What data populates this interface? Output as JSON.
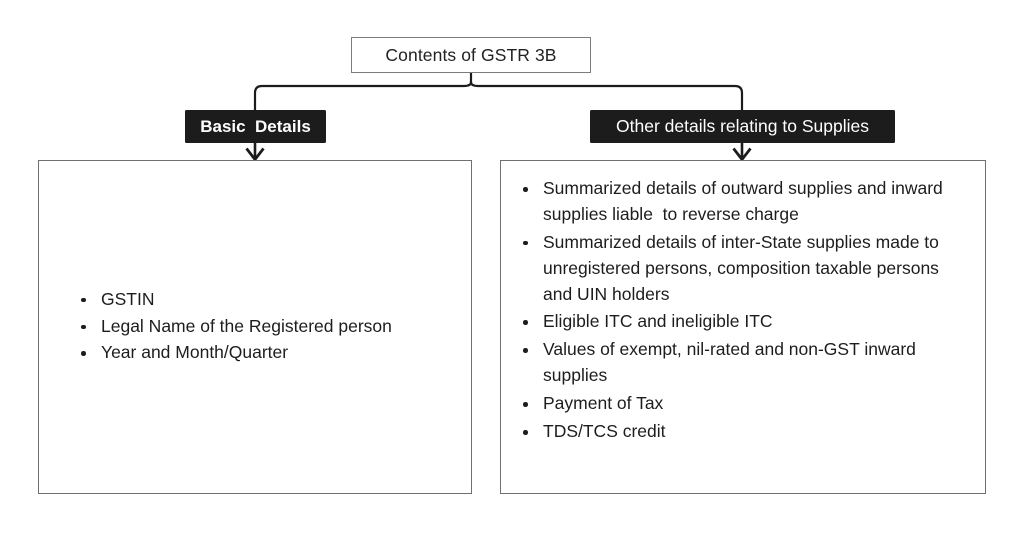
{
  "diagram": {
    "root": {
      "label": "Contents of GSTR 3B"
    },
    "branches": [
      {
        "id": "basic",
        "label": "Basic  Details",
        "items": [
          "GSTIN",
          "Legal Name of the Registered person",
          "Year and Month/Quarter"
        ]
      },
      {
        "id": "other",
        "label": "Other details relating to Supplies",
        "items": [
          "Summarized details of outward supplies and inward supplies liable  to reverse charge",
          "Summarized details of inter-State supplies made to unregistered persons, composition taxable persons and UIN holders",
          "Eligible ITC and ineligible ITC",
          "Values of exempt, nil-rated and non-GST inward supplies",
          "Payment of Tax",
          "TDS/TCS credit"
        ]
      }
    ],
    "icons": {
      "arrow_down_left": "arrow-down-icon",
      "arrow_down_right": "arrow-down-icon",
      "connector": "tree-connector-icon"
    },
    "colors": {
      "label_background": "#1c1c1c",
      "label_text": "#ffffff",
      "box_border": "#6f6f6f",
      "body_text": "#1d1d1d",
      "page_background": "#ffffff"
    }
  }
}
